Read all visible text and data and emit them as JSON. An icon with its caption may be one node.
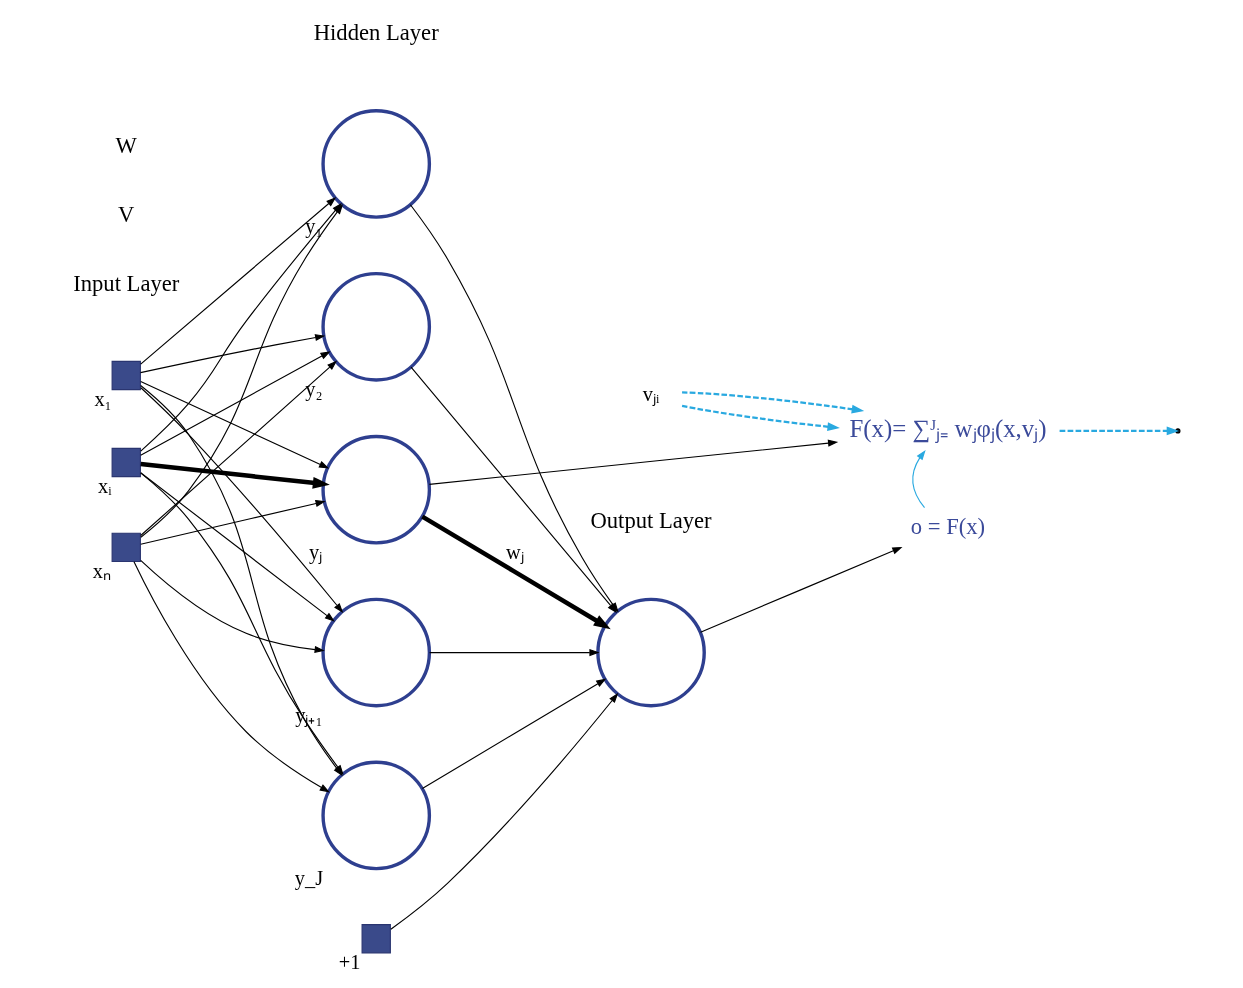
{
  "diagram": {
    "nodes": [
      {
        "text": [],
        "shape": "box",
        "beside": [
          "x₁"
        ]
      },
      {
        "text": [],
        "shape": "box",
        "beside": [
          "xᵢ"
        ]
      },
      {
        "text": [],
        "shape": "box",
        "beside": [
          "xₙ"
        ]
      },
      {
        "text": [],
        "shape": "box",
        "beside": [
          "+1"
        ]
      },
      {
        "text": [],
        "shape": "circle",
        "beside": [
          "y₁"
        ]
      },
      {
        "text": [],
        "shape": "circle",
        "beside": [
          "y₂"
        ]
      },
      {
        "text": [],
        "shape": "circle",
        "beside": [
          "yⱼ"
        ]
      },
      {
        "text": [],
        "shape": "circle",
        "beside": [
          "yⱼ₊₁"
        ]
      },
      {
        "text": [],
        "shape": "circle",
        "beside": [
          "y_J"
        ]
      },
      {
        "text": [],
        "shape": "circle"
      },
      {
        "text": [
          "F(x)= ∑ᴶⱼ₌ wⱼφⱼ(x,vⱼ)"
        ]
      },
      {
        "text": [
          "o = F(x)"
        ]
      },
      {
        "text": [
          "vⱼᵢ"
        ]
      }
    ],
    "edges": [
      {
        "from": 0,
        "to": 4,
        "arrow": "to"
      },
      {
        "from": 0,
        "to": 5,
        "arrow": "to"
      },
      {
        "from": 0,
        "to": 6,
        "arrow": "to"
      },
      {
        "from": 0,
        "to": 7,
        "arrow": "to"
      },
      {
        "from": 0,
        "to": 8,
        "arrow": "to"
      },
      {
        "from": 1,
        "to": 4,
        "arrow": "to"
      },
      {
        "from": 1,
        "to": 5,
        "arrow": "to"
      },
      {
        "from": 1,
        "to": 6,
        "arrow": "to",
        "style": "thick"
      },
      {
        "from": 1,
        "to": 7,
        "arrow": "to"
      },
      {
        "from": 1,
        "to": 8,
        "arrow": "to"
      },
      {
        "from": 2,
        "to": 4,
        "arrow": "to"
      },
      {
        "from": 2,
        "to": 5,
        "arrow": "to"
      },
      {
        "from": 2,
        "to": 6,
        "arrow": "to"
      },
      {
        "from": 2,
        "to": 7,
        "arrow": "to"
      },
      {
        "from": 2,
        "to": 8,
        "arrow": "to"
      },
      {
        "from": 4,
        "to": 9,
        "arrow": "to"
      },
      {
        "from": 5,
        "to": 9,
        "arrow": "to"
      },
      {
        "from": 6,
        "to": 9,
        "arrow": "to",
        "label": "wⱼ",
        "style": "thick"
      },
      {
        "from": 7,
        "to": 9,
        "arrow": "to"
      },
      {
        "from": 8,
        "to": 9,
        "arrow": "to"
      },
      {
        "from": 3,
        "to": 9,
        "arrow": "to"
      },
      {
        "from": 9,
        "to": 11,
        "arrow": "to"
      },
      {
        "from": 6,
        "to": 10,
        "arrow": "to"
      },
      {
        "from": 11,
        "to": 10,
        "arrow": "to",
        "color": "#29a9e0"
      },
      {
        "from": 10,
        "to": null,
        "arrow": "to",
        "style": "dashed",
        "color": "#29a9e0"
      },
      {
        "from": 12,
        "to": 10,
        "arrow": "to",
        "style": "dashed",
        "color": "#29a9e0"
      },
      {
        "from": 12,
        "to": 10,
        "arrow": "to",
        "style": "dashed",
        "color": "#29a9e0"
      }
    ],
    "labels": [
      "Input Layer",
      "Hidden Layer",
      "Output Layer",
      "V",
      "W"
    ]
  }
}
